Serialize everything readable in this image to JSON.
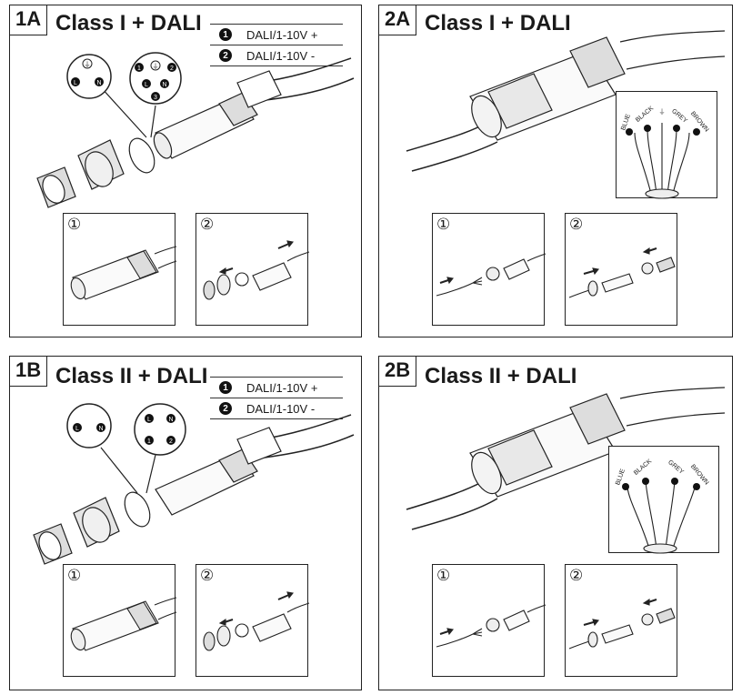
{
  "panels": {
    "p1a": {
      "badge": "1A",
      "title": "Class I + DALI",
      "legend": [
        {
          "num": "1",
          "text": "DALI/1-10V +"
        },
        {
          "num": "2",
          "text": "DALI/1-10V -"
        }
      ],
      "pins_left": [
        "⏚",
        "L",
        "N"
      ],
      "pins_right": [
        "1",
        "⏚",
        "2",
        "L",
        "N",
        "3"
      ]
    },
    "p2a": {
      "badge": "2A",
      "title": "Class I + DALI",
      "wires": [
        "BLUE",
        "BLACK",
        "⏚",
        "GREY",
        "BROWN"
      ]
    },
    "p1b": {
      "badge": "1B",
      "title": "Class II + DALI",
      "legend": [
        {
          "num": "1",
          "text": "DALI/1-10V +"
        },
        {
          "num": "2",
          "text": "DALI/1-10V -"
        }
      ],
      "pins_left": [
        "L",
        "N"
      ],
      "pins_right": [
        "L",
        "N",
        "1",
        "2"
      ]
    },
    "p2b": {
      "badge": "2B",
      "title": "Class II + DALI",
      "wires": [
        "BLUE",
        "BLACK",
        "GREY",
        "BROWN"
      ]
    }
  },
  "steps": [
    "①",
    "②"
  ]
}
